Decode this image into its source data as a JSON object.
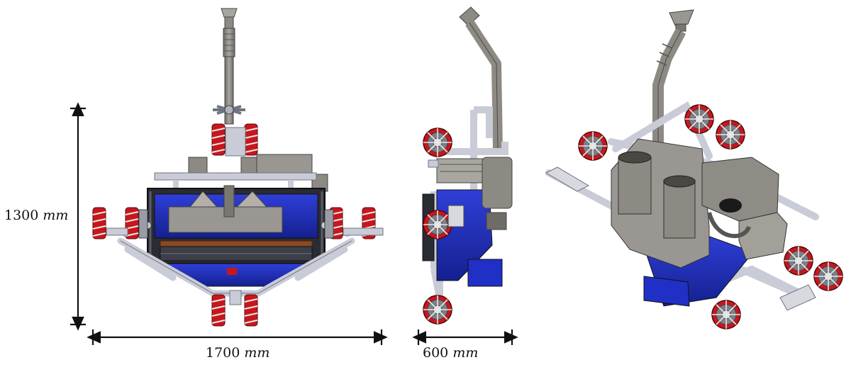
{
  "dimensions": {
    "height": {
      "value": "1300",
      "unit": "mm"
    },
    "width": {
      "value": "1700",
      "unit": "mm"
    },
    "depth": {
      "value": "600",
      "unit": "mm"
    }
  },
  "colors": {
    "frame": "#c9ccd6",
    "frame_edge": "#6f7480",
    "wheel_red": "#c8161d",
    "wheel_grey": "#8a8d93",
    "blue_body": "#1d2dbf",
    "blue_dark": "#131e8a",
    "housing": "#8d8a84",
    "housing_dark": "#5e5b56",
    "brown_plate": "#8a4a22",
    "dimension_line": "#111111"
  },
  "views": [
    "front-view",
    "side-view",
    "isometric-view"
  ]
}
